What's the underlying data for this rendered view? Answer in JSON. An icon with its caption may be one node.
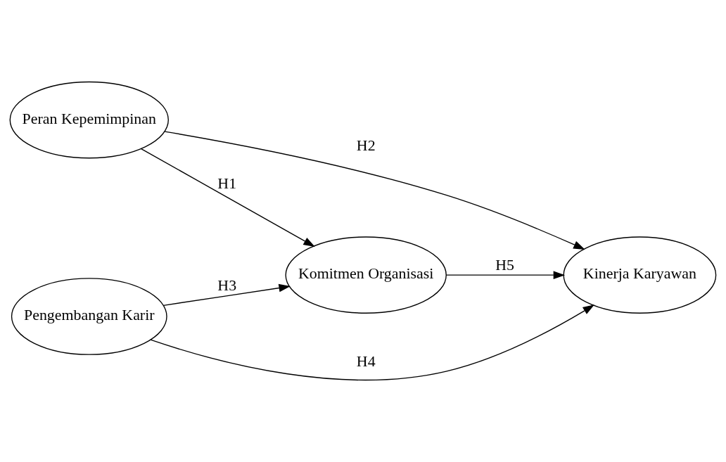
{
  "diagram": {
    "nodes": [
      {
        "text": [
          "Peran Kepemimpinan"
        ]
      },
      {
        "text": [
          "Komitmen Organisasi"
        ]
      },
      {
        "text": [
          "Kinerja Karyawan"
        ]
      },
      {
        "text": [
          "Pengembangan Karir"
        ]
      }
    ],
    "edges": [
      {
        "from": 0,
        "to": 1,
        "arrow": "to",
        "label": "H1"
      },
      {
        "from": 0,
        "to": 2,
        "arrow": "to",
        "label": "H2"
      },
      {
        "from": 3,
        "to": 1,
        "arrow": "to",
        "label": "H3"
      },
      {
        "from": 3,
        "to": 2,
        "arrow": "to",
        "label": "H4"
      },
      {
        "from": 1,
        "to": 2,
        "arrow": "to",
        "label": "H5"
      }
    ]
  }
}
